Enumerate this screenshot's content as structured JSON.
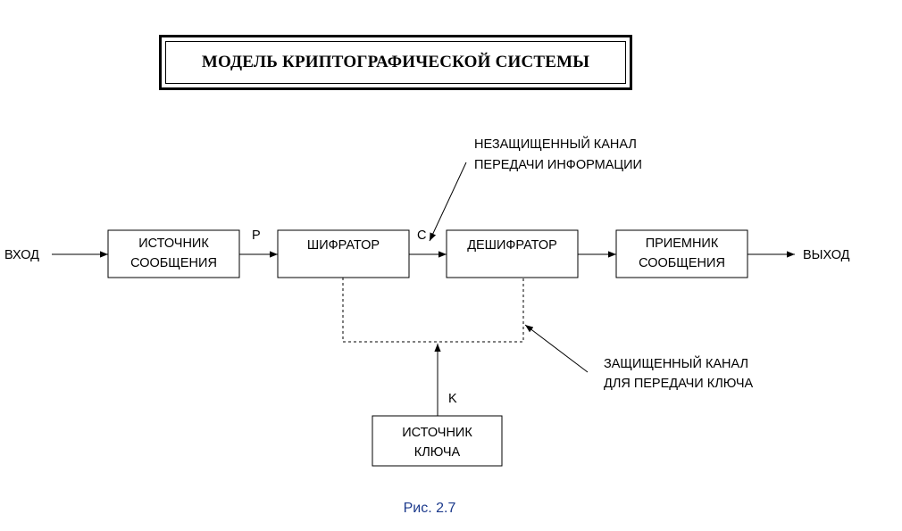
{
  "title": "МОДЕЛЬ КРИПТОГРАФИЧЕСКОЙ СИСТЕМЫ",
  "input_label": "ВХОД",
  "output_label": "ВЫХОД",
  "blocks": {
    "message_source": [
      "ИСТОЧНИК",
      "СООБЩЕНИЯ"
    ],
    "encryptor": [
      "ШИФРАТОР"
    ],
    "decryptor": [
      "ДЕШИФРАТОР"
    ],
    "message_receiver": [
      "ПРИЕМНИК",
      "СООБЩЕНИЯ"
    ],
    "key_source": [
      "ИСТОЧНИК",
      "КЛЮЧА"
    ]
  },
  "signals": {
    "plaintext": "P",
    "ciphertext": "C",
    "key": "K"
  },
  "annotations": {
    "insecure_channel": [
      "НЕЗАЩИЩЕННЫЙ КАНАЛ",
      "ПЕРЕДАЧИ ИНФОРМАЦИИ"
    ],
    "secure_channel": [
      "ЗАЩИЩЕННЫЙ КАНАЛ",
      "ДЛЯ ПЕРЕДАЧИ КЛЮЧА"
    ]
  },
  "caption": "Рис. 2.7"
}
